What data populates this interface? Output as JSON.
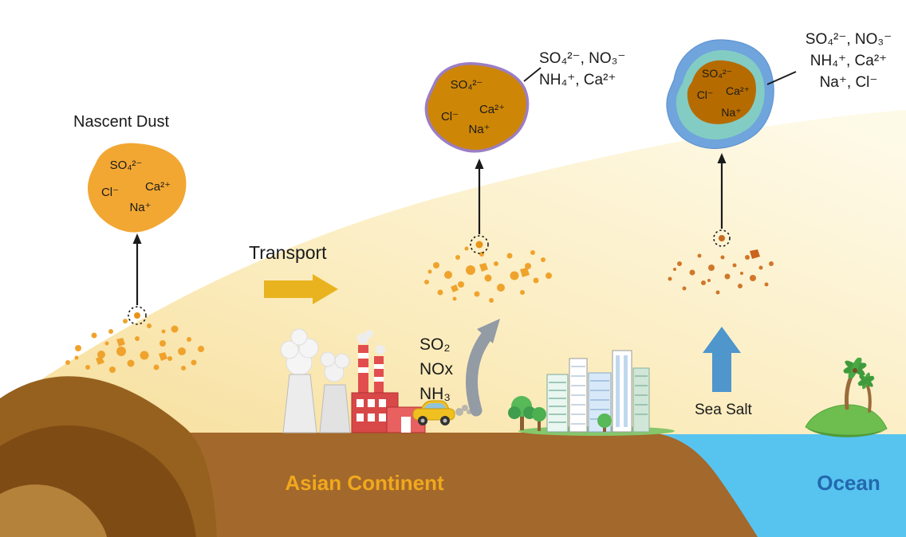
{
  "scene": {
    "nascent_dust_label": "Nascent Dust",
    "transport_label": "Transport",
    "sea_salt_label": "Sea Salt",
    "continent_label": "Asian Continent",
    "ocean_label": "Ocean"
  },
  "nascent_particle": {
    "ions": {
      "so4": "SO₄²⁻",
      "cl": "Cl⁻",
      "ca": "Ca²⁺",
      "na": "Na⁺"
    }
  },
  "transported_particle": {
    "ions": {
      "so4": "SO₄²⁻",
      "cl": "Cl⁻",
      "ca": "Ca²⁺",
      "na": "Na⁺"
    },
    "coating_label_lines": [
      "SO₄²⁻, NO₃⁻",
      "NH₄⁺, Ca²⁺"
    ]
  },
  "aged_particle": {
    "ions": {
      "so4": "SO₄²⁻",
      "cl": "Cl⁻",
      "ca": "Ca²⁺",
      "na": "Na⁺"
    },
    "coating_label_lines": [
      "SO₄²⁻, NO₃⁻",
      "NH₄⁺, Ca²⁺",
      "Na⁺, Cl⁻"
    ]
  },
  "pollutants": [
    "SO₂",
    "NOx",
    "NH₃"
  ],
  "colors": {
    "nascent_blob": "#F2A733",
    "transported_blob": "#CE8606",
    "transported_outline": "#9B7EC4",
    "aged_core": "#B66B00",
    "aged_halo": "#6FA4DC",
    "aged_inner_ring": "#83CCC4",
    "transport_arrow": "#E9B31F",
    "pollution_arrow": "#939BA4",
    "sea_salt_arrow": "#4E96CC",
    "continent": "#A3682B",
    "ocean": "#57C4F0",
    "continent_text": "#F0A81E",
    "ocean_text": "#2368AE"
  }
}
